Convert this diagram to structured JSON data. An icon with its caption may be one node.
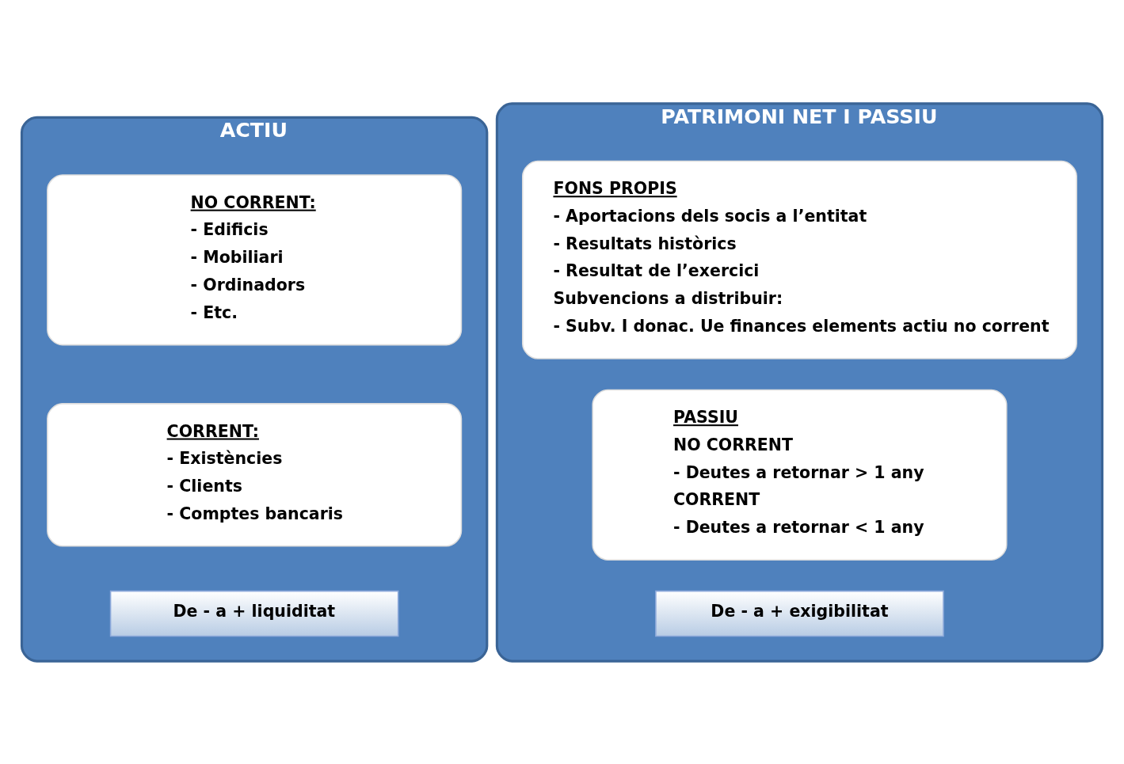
{
  "diagram": {
    "nodes": [
      {
        "text": [
          "ACTIU"
        ]
      },
      {
        "text": [
          "NO CORRENT:",
          "- Edificis",
          "- Mobiliari",
          "- Ordinadors",
          "- Etc."
        ],
        "in": 0
      },
      {
        "text": [
          "CORRENT:",
          "- Existències",
          "- Clients",
          "- Comptes bancaris"
        ],
        "in": 0
      },
      {
        "text": [
          "De - a + liquiditat"
        ],
        "in": 0
      },
      {
        "text": [
          "PATRIMONI NET I PASSIU"
        ]
      },
      {
        "text": [
          "FONS PROPIS",
          "- Aportacions dels socis a l’entitat",
          "- Resultats històrics",
          "- Resultat de l’exercici",
          "Subvencions a distribuir:",
          "- Subv. I donac. Ue finances elements actiu no corrent"
        ],
        "in": 4
      },
      {
        "text": [
          "PASSIU",
          "NO CORRENT",
          "- Deutes a retornar > 1 any",
          "CORRENT",
          "- Deutes a retornar < 1 any"
        ],
        "in": 4
      },
      {
        "text": [
          "De - a + exigibilitat"
        ],
        "in": 4
      }
    ],
    "edges": []
  }
}
